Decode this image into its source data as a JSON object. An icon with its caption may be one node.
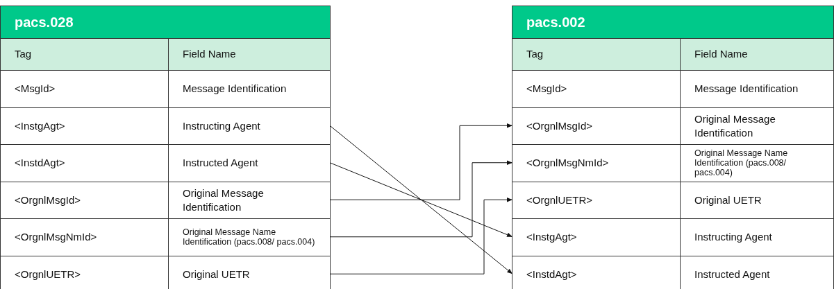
{
  "diagram": {
    "nodes": [
      {
        "text": [
          "pacs.028"
        ]
      },
      {
        "text": [
          "Tag",
          "Field Name"
        ],
        "in": 0
      },
      {
        "text": [
          "<MsgId>",
          "Message Identification"
        ],
        "in": 0
      },
      {
        "text": [
          "<InstgAgt>",
          "Instructing Agent"
        ],
        "in": 0
      },
      {
        "text": [
          "<InstdAgt>",
          "Instructed Agent"
        ],
        "in": 0
      },
      {
        "text": [
          "<OrgnlMsgId>",
          "Original Message Identification"
        ],
        "in": 0
      },
      {
        "text": [
          "<OrgnlMsgNmId>",
          "Original Message Name Identification (pacs.008/ pacs.004)"
        ],
        "in": 0
      },
      {
        "text": [
          "<OrgnlUETR>",
          "Original UETR"
        ],
        "in": 0
      },
      {
        "text": [
          "pacs.002"
        ]
      },
      {
        "text": [
          "Tag",
          "Field Name"
        ],
        "in": 8
      },
      {
        "text": [
          "<MsgId>",
          "Message Identification"
        ],
        "in": 8
      },
      {
        "text": [
          "<OrgnlMsgId>",
          "Original Message Identification"
        ],
        "in": 8
      },
      {
        "text": [
          "<OrgnlMsgNmId>",
          "Original Message Name Identification (pacs.008/ pacs.004)"
        ],
        "in": 8
      },
      {
        "text": [
          "<OrgnlUETR>",
          "Original UETR"
        ],
        "in": 8
      },
      {
        "text": [
          "<InstgAgt>",
          "Instructing Agent"
        ],
        "in": 8
      },
      {
        "text": [
          "<InstdAgt>",
          "Instructed Agent"
        ],
        "in": 8
      }
    ],
    "edges": [
      {
        "from": 3,
        "to": 15,
        "arrow": "to"
      },
      {
        "from": 4,
        "to": 14,
        "arrow": "to"
      },
      {
        "from": 5,
        "to": 11,
        "arrow": "to"
      },
      {
        "from": 6,
        "to": 12,
        "arrow": "to"
      },
      {
        "from": 7,
        "to": 13,
        "arrow": "to"
      }
    ]
  }
}
